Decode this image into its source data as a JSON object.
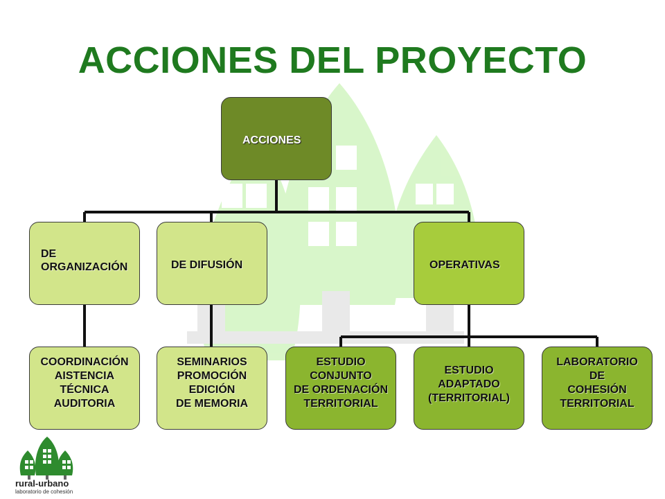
{
  "title": "ACCIONES DEL PROYECTO",
  "colors": {
    "title": "#1f7a1f",
    "root": "#6e8a27",
    "light": "#d2e58a",
    "mid": "#a7cc3c",
    "dark": "#8bb52f"
  },
  "root": {
    "label": "ACCIONES"
  },
  "categories": [
    {
      "label": "DE\nORGANIZACIÓN"
    },
    {
      "label": "DE DIFUSIÓN"
    },
    {
      "label": "OPERATIVAS"
    }
  ],
  "children": [
    {
      "label": "COORDINACIÓN\nAISTENCIA\nTÉCNICA\nAUDITORIA"
    },
    {
      "label": "SEMINARIOS\nPROMOCIÓN\nEDICIÓN\nDE MEMORIA"
    },
    {
      "label": "ESTUDIO\nCONJUNTO\nDE ORDENACIÓN\nTERRITORIAL"
    },
    {
      "label": "ESTUDIO\nADAPTADO\n(TERRITORIAL)"
    },
    {
      "label": "LABORATORIO\nDE\nCOHESIÓN\nTERRITORIAL"
    }
  ],
  "logo": {
    "name": "rural-urbano",
    "subtitle": "laboratorio de cohesión"
  }
}
